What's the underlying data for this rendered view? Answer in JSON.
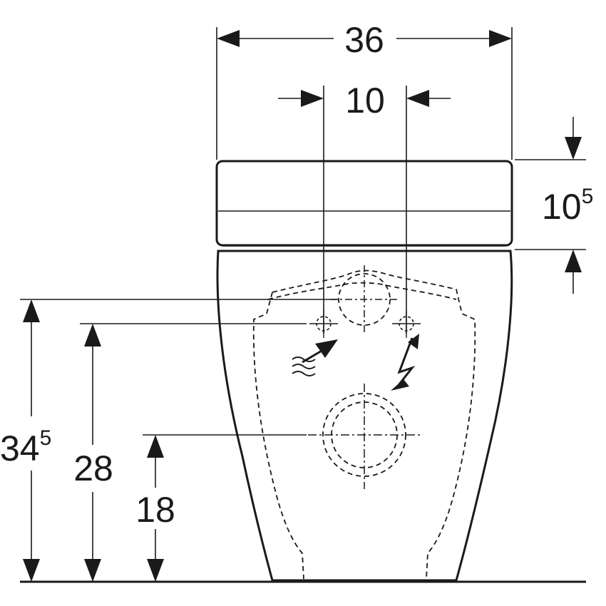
{
  "dimensions": {
    "overall_width": {
      "main": "36",
      "sup": ""
    },
    "connection_spacing": {
      "main": "10",
      "sup": ""
    },
    "seat_height": {
      "main": "10",
      "sup": "5"
    },
    "total_height": {
      "main": "34",
      "sup": "5"
    },
    "connection_height": {
      "main": "28",
      "sup": ""
    },
    "drain_height": {
      "main": "18",
      "sup": ""
    }
  },
  "icons": {
    "water_inlet": "water-supply-arrow-icon",
    "power_inlet": "electric-lightning-icon"
  },
  "colors": {
    "line": "#1a1a1a",
    "background": "#ffffff"
  }
}
